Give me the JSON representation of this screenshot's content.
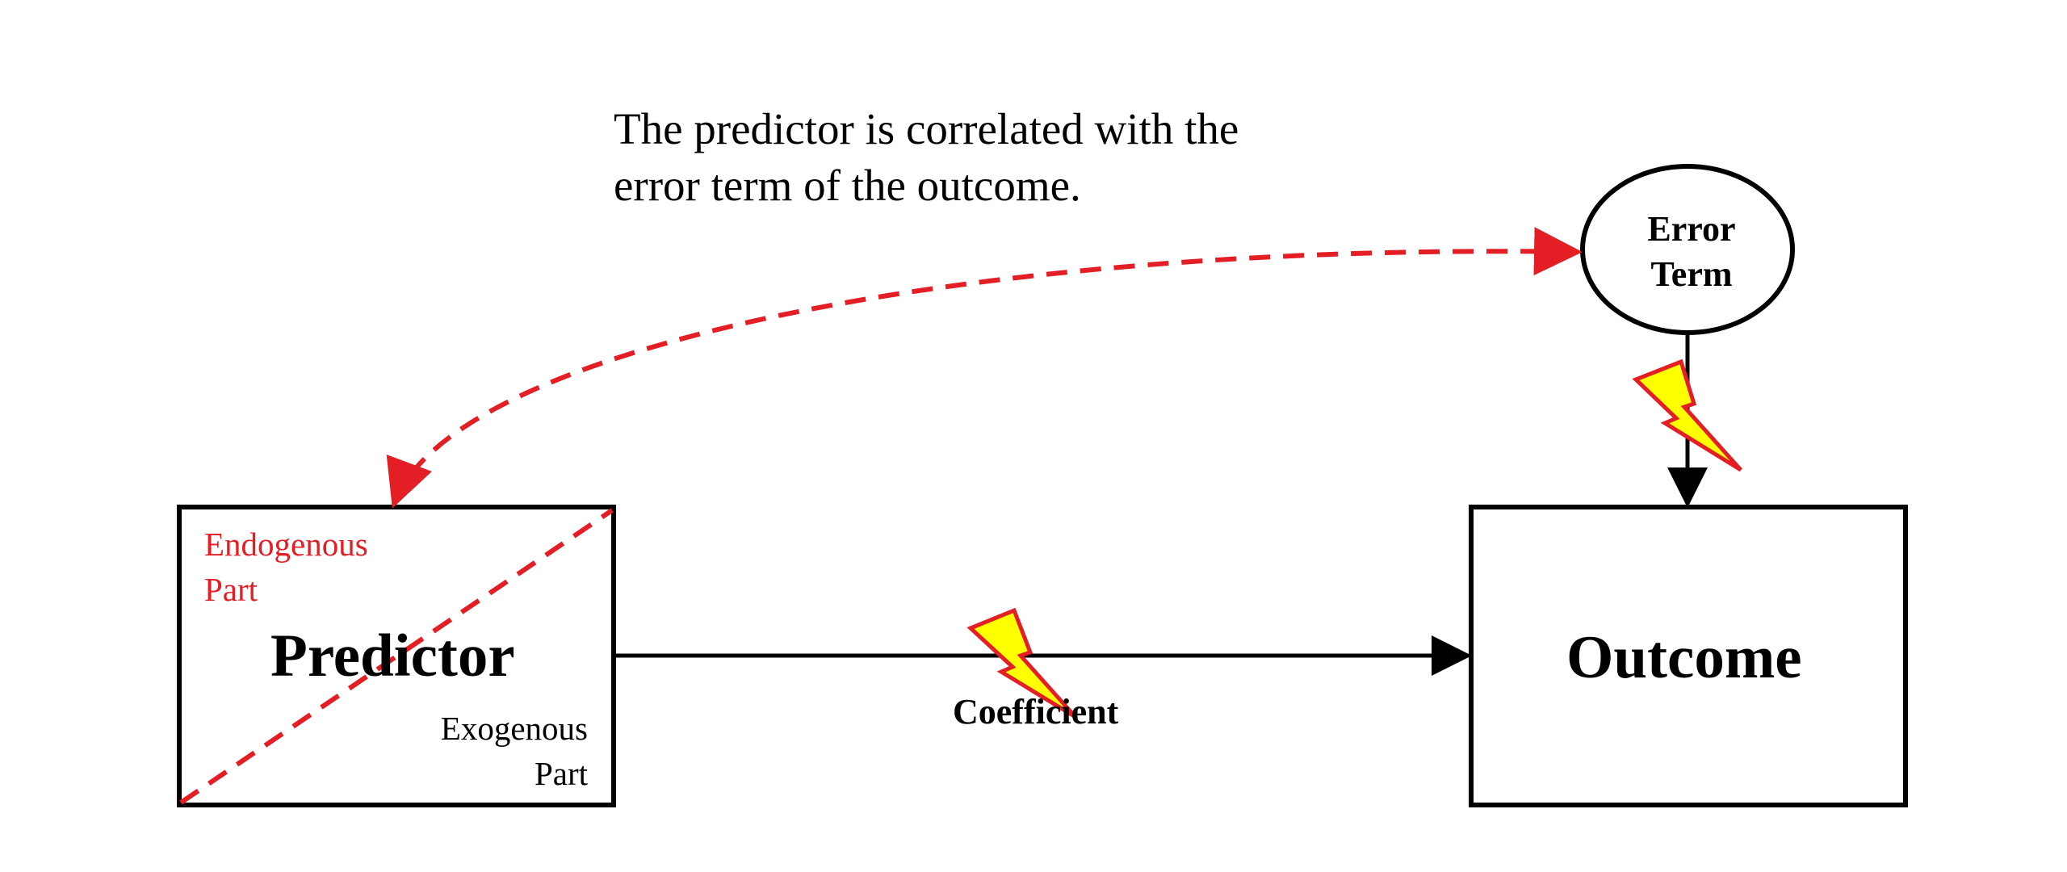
{
  "caption": {
    "line1": "The predictor is correlated with the",
    "line2": "error term of the outcome."
  },
  "predictor": {
    "label": "Predictor",
    "endogenous_line1": "Endogenous",
    "endogenous_line2": "Part",
    "exogenous_line1": "Exogenous",
    "exogenous_line2": "Part"
  },
  "outcome": {
    "label": "Outcome"
  },
  "error_term": {
    "line1": "Error",
    "line2": "Term"
  },
  "coefficient": {
    "label": "Coefficient"
  },
  "colors": {
    "endogenous": "#e31e24",
    "lightning_fill": "#ffff00",
    "lightning_stroke": "#e31e24",
    "lines": "#000000"
  }
}
